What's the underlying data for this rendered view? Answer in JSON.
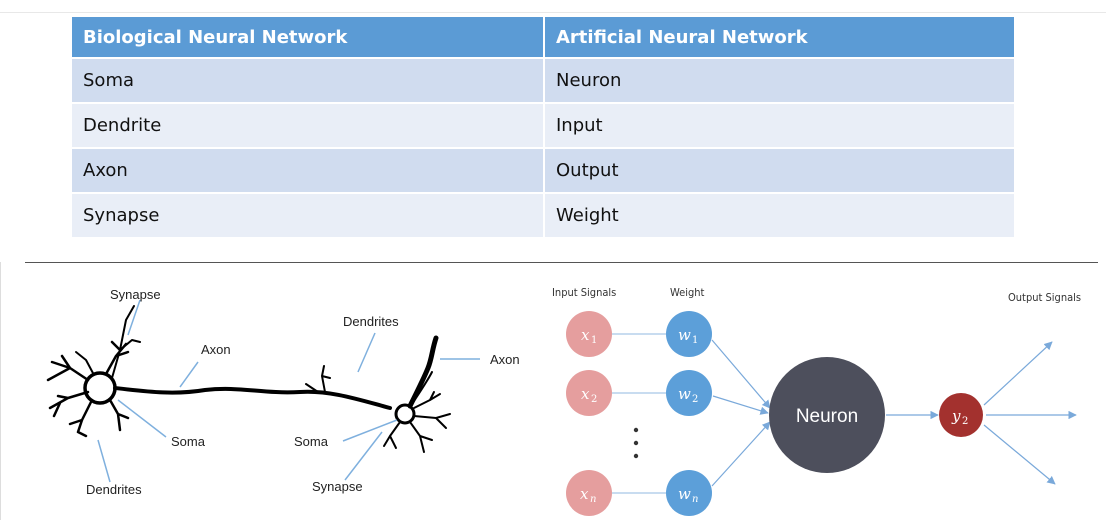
{
  "table": {
    "headers": [
      "Biological Neural Network",
      "Artificial Neural Network"
    ],
    "rows": [
      [
        "Soma",
        "Neuron"
      ],
      [
        "Dendrite",
        "Input"
      ],
      [
        "Axon",
        "Output"
      ],
      [
        "Synapse",
        "Weight"
      ]
    ]
  },
  "bio_diagram": {
    "labels": {
      "synapse_top": "Synapse",
      "axon_mid": "Axon",
      "dendrites_top": "Dendrites",
      "axon_right": "Axon",
      "soma_left": "Soma",
      "soma_right": "Soma",
      "dendrites_bottom": "Dendrites",
      "synapse_bottom": "Synapse"
    }
  },
  "ann_diagram": {
    "headers": {
      "input_signals": "Input Signals",
      "weight": "Weight",
      "output_signals": "Output Signals"
    },
    "inputs": [
      {
        "sym": "x",
        "sub": "1"
      },
      {
        "sym": "x",
        "sub": "2"
      },
      {
        "sym": "x",
        "sub": "n"
      }
    ],
    "weights": [
      {
        "sym": "w",
        "sub": "1"
      },
      {
        "sym": "w",
        "sub": "2"
      },
      {
        "sym": "w",
        "sub": "n"
      }
    ],
    "neuron_label": "Neuron",
    "output": {
      "sym": "y",
      "sub": "2"
    },
    "colors": {
      "input": "#e59e9e",
      "weight": "#5c9fd9",
      "neuron": "#4d4f5c",
      "output": "#a3312e",
      "arrow": "#7aa9da",
      "header": "#5b9bd5"
    }
  }
}
